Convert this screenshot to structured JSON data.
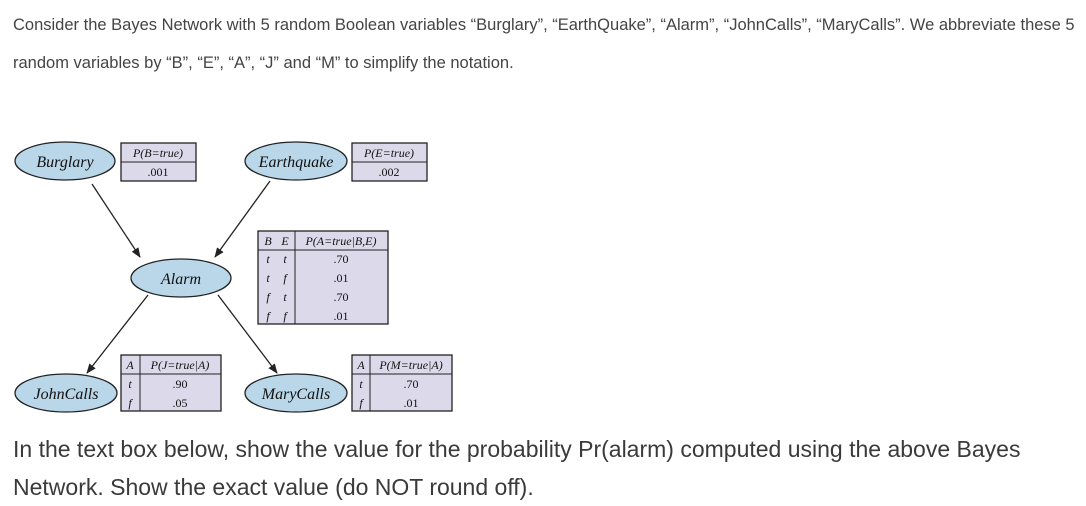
{
  "intro": {
    "line1": "Consider the Bayes Network with 5 random Boolean variables “Burglary”, “EarthQuake”, “Alarm”, “JohnCalls”, “MaryCalls”. We abbreviate these 5",
    "line2": "random variables by “B”, “E”, “A”, “J” and “M” to simplify the notation."
  },
  "question": {
    "line1": "In the text box below,  show the value for the probability Pr(alarm) computed using the above Bayes",
    "line2": "Network. Show the exact value (do NOT round off)."
  },
  "colors": {
    "node_fill": "#b9d7e8",
    "table_fill": "#dcdaea",
    "stroke": "#222222"
  },
  "nodes": {
    "burglary": "Burglary",
    "earthquake": "Earthquake",
    "alarm": "Alarm",
    "johncalls": "JohnCalls",
    "marycalls": "MaryCalls"
  },
  "cpt_b": {
    "header": "P(B=true)",
    "value": ".001"
  },
  "cpt_e": {
    "header": "P(E=true)",
    "value": ".002"
  },
  "cpt_a": {
    "header_b": "B",
    "header_e": "E",
    "header_p": "P(A=true|B,E)",
    "rows": [
      {
        "b": "t",
        "e": "t",
        "p": ".70"
      },
      {
        "b": "t",
        "e": "f",
        "p": ".01"
      },
      {
        "b": "f",
        "e": "t",
        "p": ".70"
      },
      {
        "b": "f",
        "e": "f",
        "p": ".01"
      }
    ]
  },
  "cpt_j": {
    "header_a": "A",
    "header_p": "P(J=true|A)",
    "rows": [
      {
        "a": "t",
        "p": ".90"
      },
      {
        "a": "f",
        "p": ".05"
      }
    ]
  },
  "cpt_m": {
    "header_a": "A",
    "header_p": "P(M=true|A)",
    "rows": [
      {
        "a": "t",
        "p": ".70"
      },
      {
        "a": "f",
        "p": ".01"
      }
    ]
  }
}
